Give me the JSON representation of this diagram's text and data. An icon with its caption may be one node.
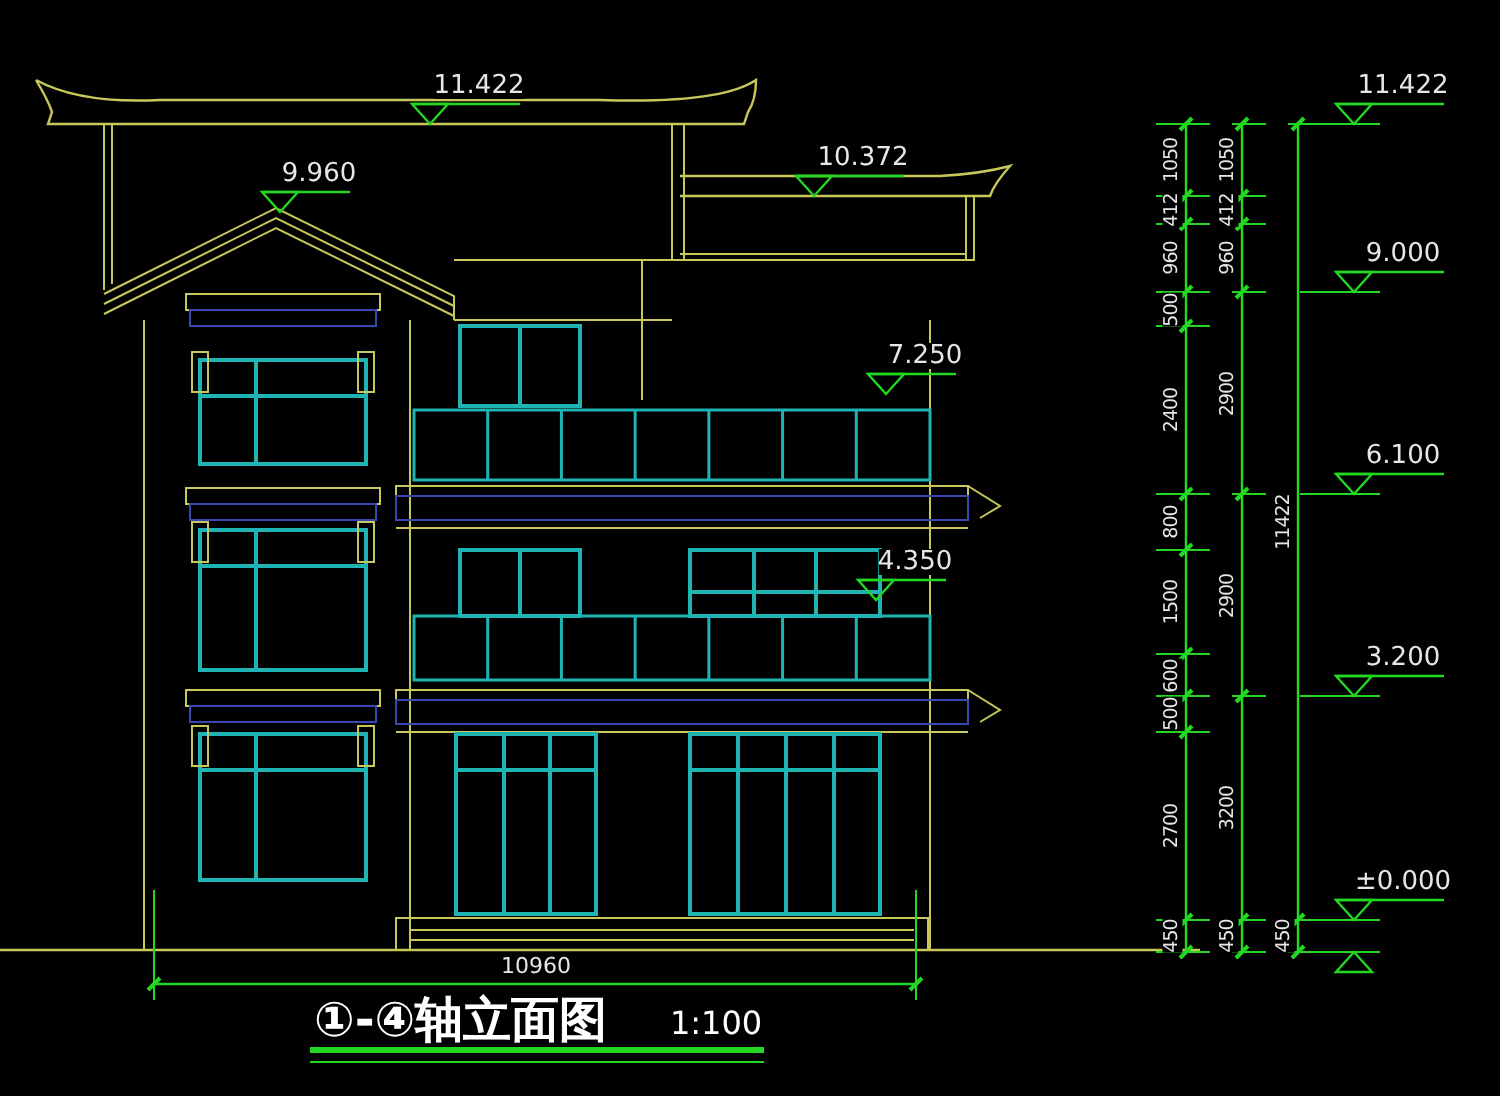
{
  "diagram": {
    "title": "①-④轴立面图",
    "labels": [
      "11.422",
      "10.372",
      "9.960",
      "7.250",
      "4.350",
      "1050",
      "412",
      "960",
      "500",
      "2400",
      "800",
      "1500",
      "600",
      "500",
      "2700",
      "450",
      "1050",
      "412",
      "960",
      "2900",
      "2900",
      "3200",
      "450",
      "11422",
      "450",
      "11.422",
      "9.000",
      "6.100",
      "3.200",
      "±0.000",
      "10960",
      "1:100"
    ]
  }
}
